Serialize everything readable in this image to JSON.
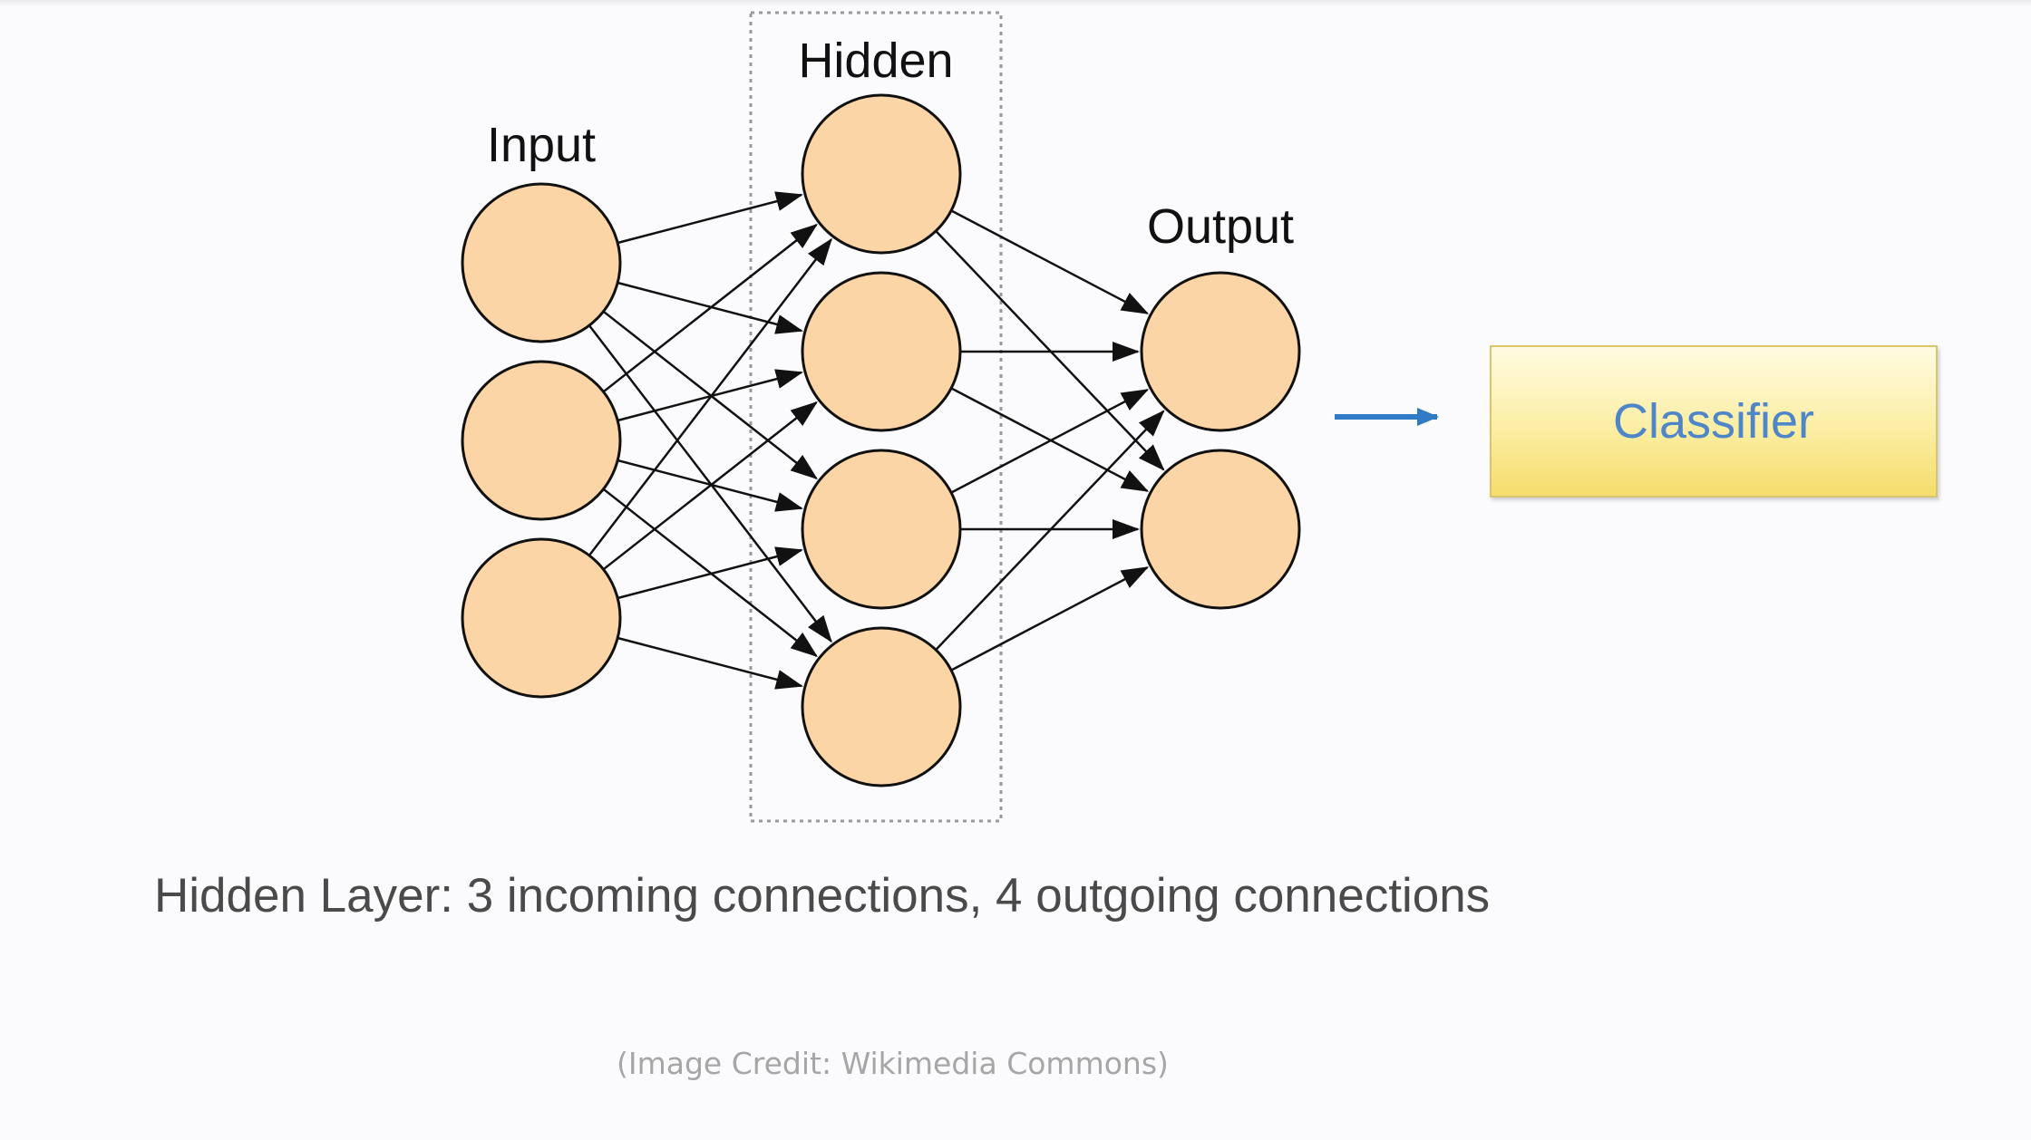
{
  "diagram": {
    "layers": [
      {
        "label": "Input",
        "node_count": 3
      },
      {
        "label": "Hidden",
        "node_count": 4
      },
      {
        "label": "Output",
        "node_count": 2
      }
    ],
    "highlighted_layer": "Hidden",
    "node_fill": "#fcd5a6",
    "edge_color": "#111111",
    "pointer_arrow_color": "#2f7bc5"
  },
  "classifier": {
    "label": "Classifier"
  },
  "caption": "Hidden Layer: 3 incoming connections, 4 outgoing connections",
  "credit": "(Image Credit: Wikimedia Commons)"
}
